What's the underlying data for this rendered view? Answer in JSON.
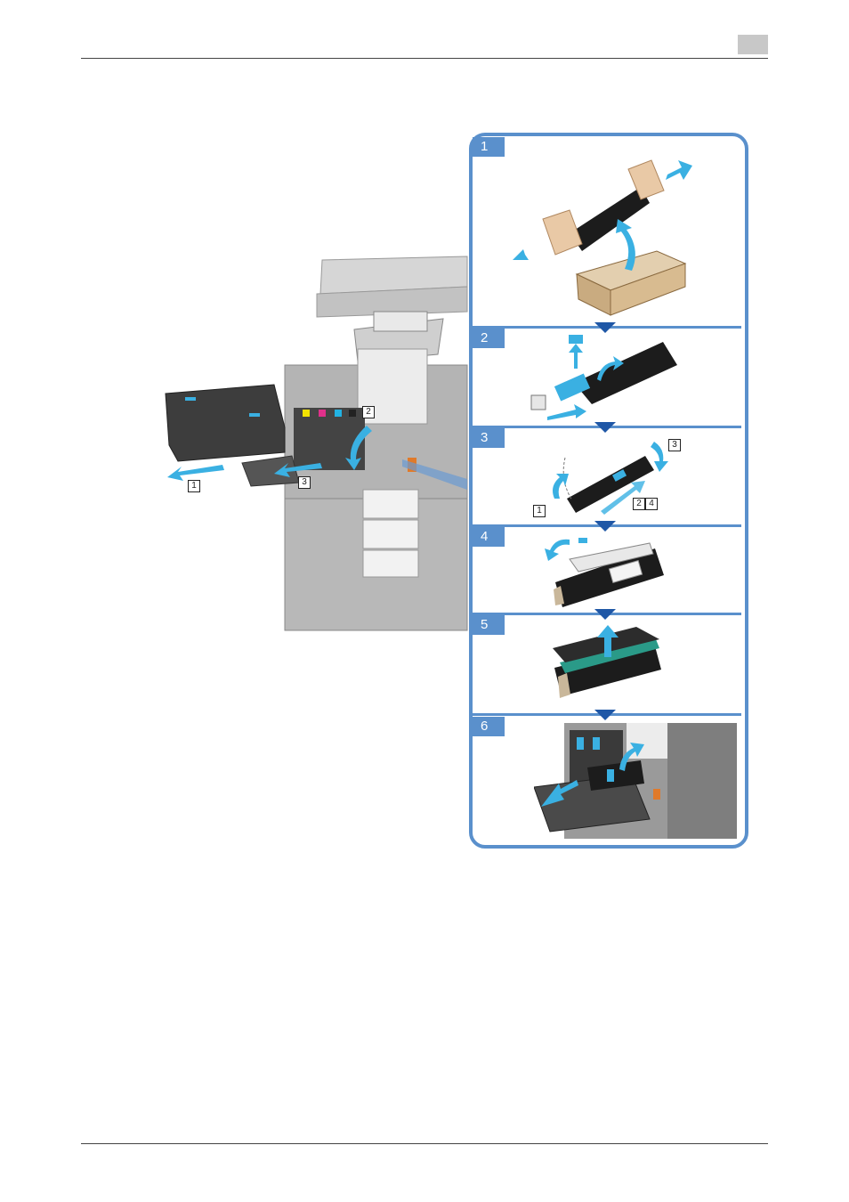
{
  "colors": {
    "accent": "#5a90cc",
    "arrow": "#3ab0e2",
    "dark_arrow": "#1f57a6",
    "tab": "#c8c8c8"
  },
  "main_callouts": [
    "1",
    "2",
    "3"
  ],
  "steps": [
    {
      "number": "1",
      "callouts": []
    },
    {
      "number": "2",
      "callouts": []
    },
    {
      "number": "3",
      "callouts": [
        "3",
        "1",
        "2",
        "4"
      ]
    },
    {
      "number": "4",
      "callouts": []
    },
    {
      "number": "5",
      "callouts": []
    },
    {
      "number": "6",
      "callouts": []
    }
  ]
}
